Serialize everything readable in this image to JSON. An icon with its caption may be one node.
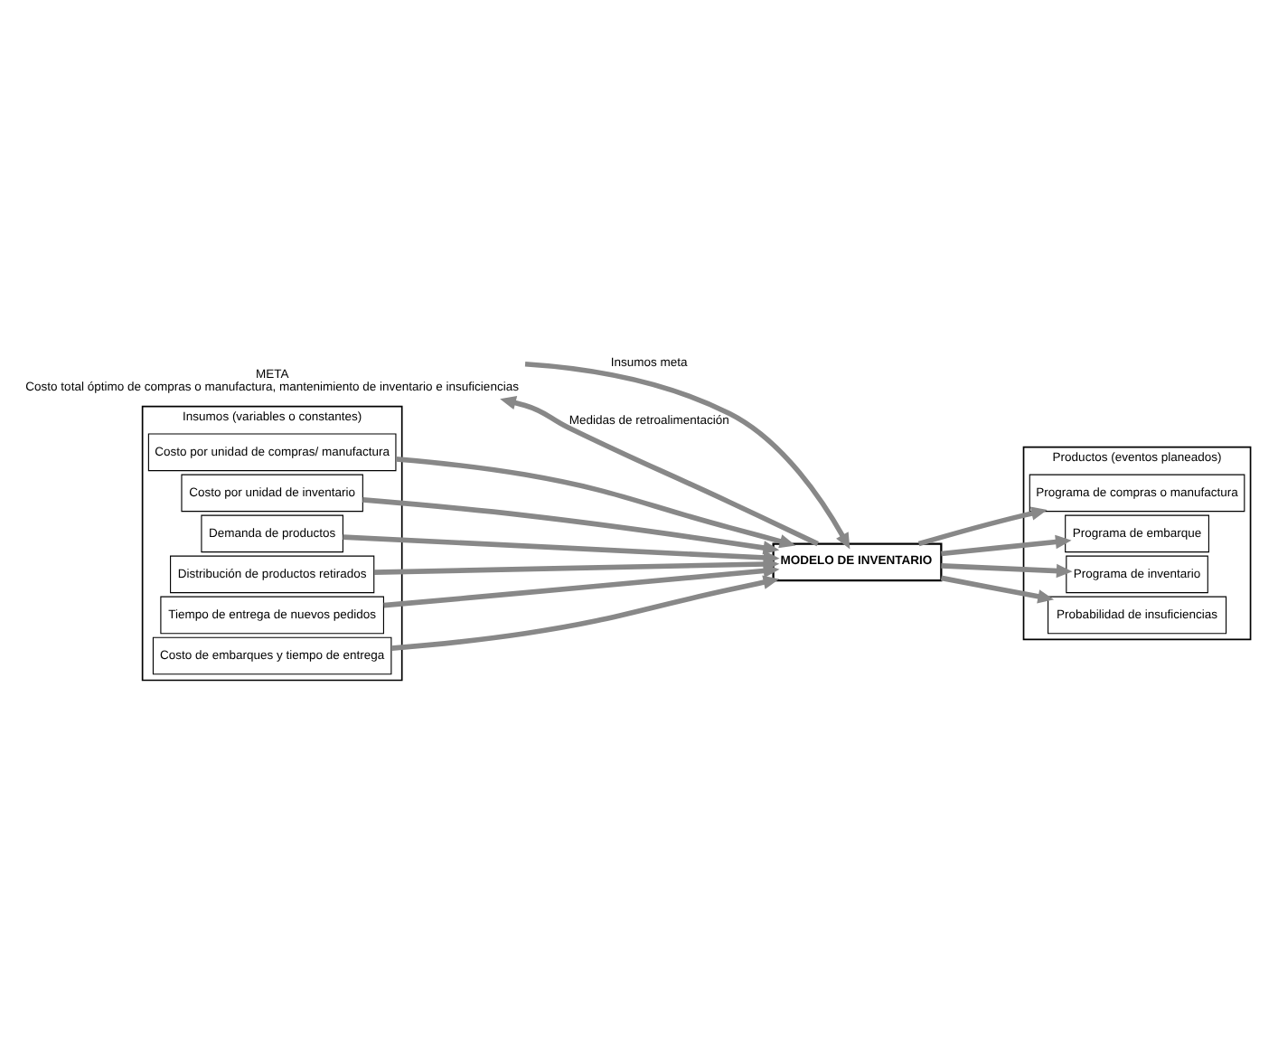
{
  "diagram": {
    "nodes": [
      {
        "text": [
          "META",
          "Costo total óptimo de compras o manufactura, mantenimiento de inventario e insuficiencias"
        ]
      },
      {
        "text": [
          "Insumos (variables o constantes)"
        ]
      },
      {
        "text": [
          "Costo por unidad de compras/ manufactura"
        ],
        "in": 1
      },
      {
        "text": [
          "Costo por unidad de inventario"
        ],
        "in": 1
      },
      {
        "text": [
          "Demanda de productos"
        ],
        "in": 1
      },
      {
        "text": [
          "Distribución de productos retirados"
        ],
        "in": 1
      },
      {
        "text": [
          "Tiempo de entrega de nuevos pedidos"
        ],
        "in": 1
      },
      {
        "text": [
          "Costo de embarques y tiempo de entrega"
        ],
        "in": 1
      },
      {
        "text": [
          "MODELO DE INVENTARIO"
        ]
      },
      {
        "text": [
          "Productos (eventos planeados)"
        ]
      },
      {
        "text": [
          "Programa de compras o manufactura"
        ],
        "in": 9
      },
      {
        "text": [
          "Programa de embarque"
        ],
        "in": 9
      },
      {
        "text": [
          "Programa de inventario"
        ],
        "in": 9
      },
      {
        "text": [
          "Probabilidad de insuficiencias"
        ],
        "in": 9
      }
    ],
    "edges": [
      {
        "from": 0,
        "to": 8,
        "arrow": "to",
        "label": "Insumos meta"
      },
      {
        "from": 8,
        "to": 0,
        "arrow": "to",
        "label": "Medidas de retroalimentación"
      },
      {
        "from": 2,
        "to": 8,
        "arrow": "to"
      },
      {
        "from": 3,
        "to": 8,
        "arrow": "to"
      },
      {
        "from": 4,
        "to": 8,
        "arrow": "to"
      },
      {
        "from": 5,
        "to": 8,
        "arrow": "to"
      },
      {
        "from": 6,
        "to": 8,
        "arrow": "to"
      },
      {
        "from": 7,
        "to": 8,
        "arrow": "to"
      },
      {
        "from": 8,
        "to": 10,
        "arrow": "to"
      },
      {
        "from": 8,
        "to": 11,
        "arrow": "to"
      },
      {
        "from": 8,
        "to": 12,
        "arrow": "to"
      },
      {
        "from": 8,
        "to": 13,
        "arrow": "to"
      }
    ]
  }
}
